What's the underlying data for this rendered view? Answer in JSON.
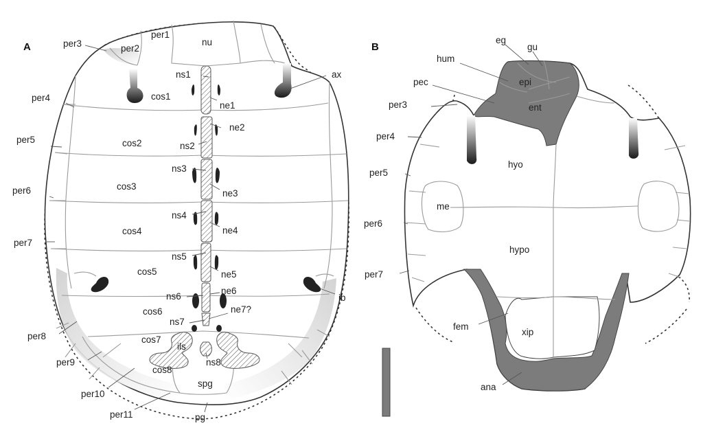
{
  "panel_a": {
    "panel_label": "A",
    "labels": {
      "per1": "per1",
      "per2": "per2",
      "per3": "per3",
      "per4": "per4",
      "per5": "per5",
      "per6": "per6",
      "per7": "per7",
      "per8": "per8",
      "per9": "per9",
      "per10": "per10",
      "per11": "per11",
      "nu": "nu",
      "ax": "ax",
      "ib": "ib",
      "ns1": "ns1",
      "ns2": "ns2",
      "ns3": "ns3",
      "ns4": "ns4",
      "ns5": "ns5",
      "ns6": "ns6",
      "ns7": "ns7",
      "ns8": "ns8",
      "ne1": "ne1",
      "ne2": "ne2",
      "ne3": "ne3",
      "ne4": "ne4",
      "ne5": "ne5",
      "ne6": "ne6",
      "ne7": "ne7?",
      "cos1": "cos1",
      "cos2": "cos2",
      "cos3": "cos3",
      "cos4": "cos4",
      "cos5": "cos5",
      "cos6": "cos6",
      "cos7": "cos7",
      "cos8": "cos8",
      "ils": "ils",
      "spg": "spg",
      "pg": "pg"
    }
  },
  "panel_b": {
    "panel_label": "B",
    "labels": {
      "eg": "eg",
      "gu": "gu",
      "hum": "hum",
      "epi": "epi",
      "pec": "pec",
      "ent": "ent",
      "per3": "per3",
      "per4": "per4",
      "per5": "per5",
      "per6": "per6",
      "per7": "per7",
      "hyo": "hyo",
      "me": "me",
      "hypo": "hypo",
      "fem": "fem",
      "xip": "xip",
      "ana": "ana"
    }
  },
  "colors": {
    "bone_fill": "#ffffff",
    "scute_shading": "#7c7c7c",
    "outline": "#333333",
    "scale_bar": "#7c7c7c"
  }
}
